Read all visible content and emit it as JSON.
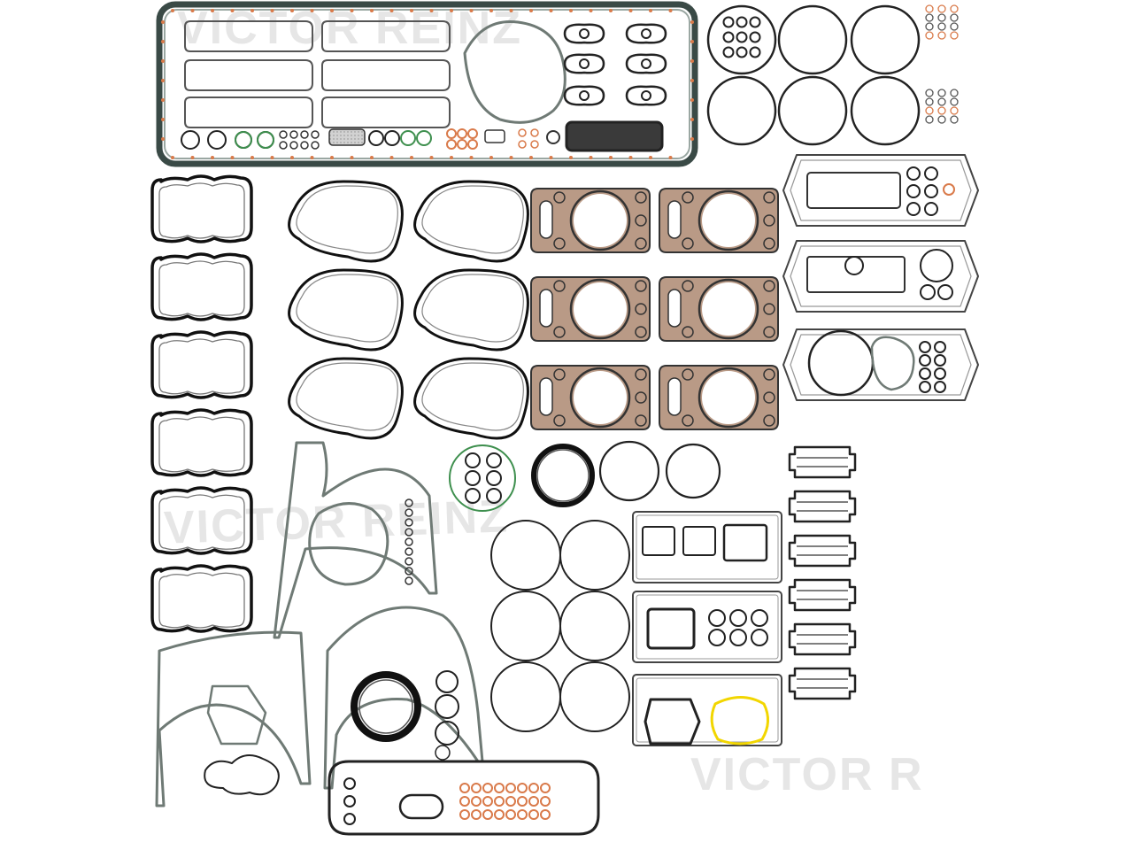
{
  "watermarks": [
    "VICTOR REINZ",
    "VICTOR REINZ",
    "VICTOR R"
  ],
  "colors": {
    "gasket_outline": "#2b2b2b",
    "gasket_fill": "#c8c8c8",
    "grey_gasket": "#6f7a75",
    "steel_head": "#b99a86",
    "seal_orange": "#d97a4a",
    "seal_green": "#3e8f4e",
    "seal_yellow": "#f2d600",
    "black_seal": "#111111"
  }
}
